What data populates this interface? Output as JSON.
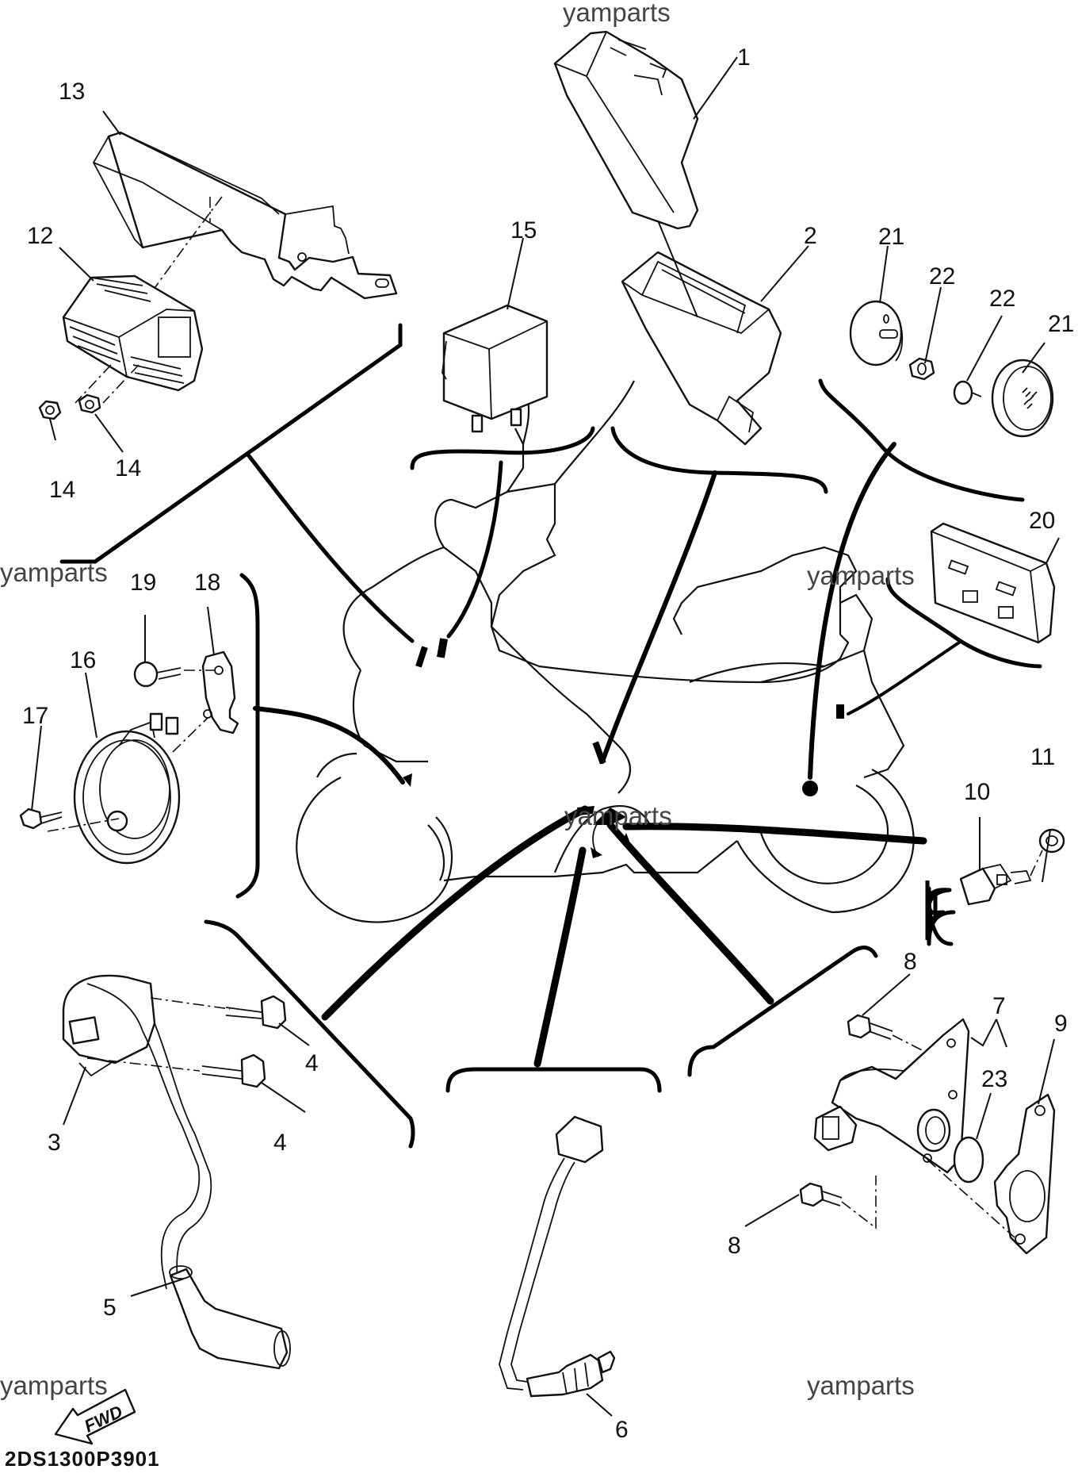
{
  "diagram": {
    "code": "2DS1300P3901",
    "watermark": "yamparts",
    "fwd_label": "FWD",
    "callouts": {
      "p1": "1",
      "p2": "2",
      "p3": "3",
      "p4a": "4",
      "p4b": "4",
      "p5": "5",
      "p6": "6",
      "p7": "7",
      "p8a": "8",
      "p8b": "8",
      "p9": "9",
      "p10": "10",
      "p11": "11",
      "p12": "12",
      "p13": "13",
      "p14a": "14",
      "p14b": "14",
      "p15": "15",
      "p16": "16",
      "p17": "17",
      "p18": "18",
      "p19": "19",
      "p20": "20",
      "p21a": "21",
      "p21b": "21",
      "p22a": "22",
      "p22b": "22",
      "p23": "23"
    }
  }
}
